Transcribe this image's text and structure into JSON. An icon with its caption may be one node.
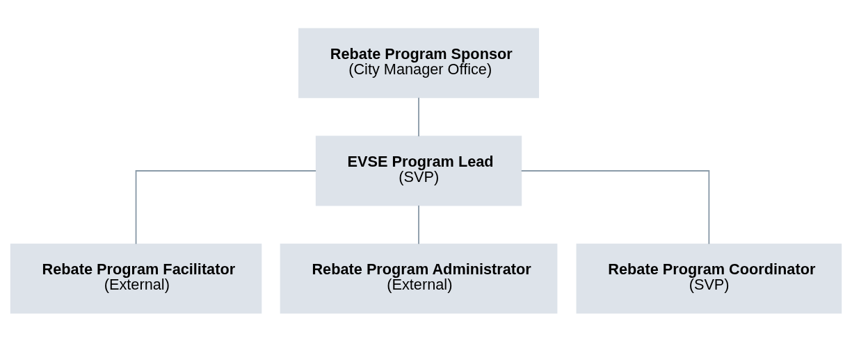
{
  "diagram": {
    "nodes": [
      {
        "text": [
          "Rebate Program Sponsor",
          "(City Manager Office)"
        ]
      },
      {
        "text": [
          "EVSE Program Lead",
          "(SVP)"
        ]
      },
      {
        "text": [
          "Rebate Program Facilitator",
          "(External)"
        ]
      },
      {
        "text": [
          "Rebate Program Administrator",
          "(External)"
        ]
      },
      {
        "text": [
          "Rebate Program Coordinator",
          "(SVP)"
        ]
      }
    ],
    "edges": [
      {
        "from": 0,
        "to": 1,
        "arrow": "none"
      },
      {
        "from": 1,
        "to": 2,
        "arrow": "none"
      },
      {
        "from": 1,
        "to": 3,
        "arrow": "none"
      },
      {
        "from": 1,
        "to": 4,
        "arrow": "none"
      }
    ]
  }
}
